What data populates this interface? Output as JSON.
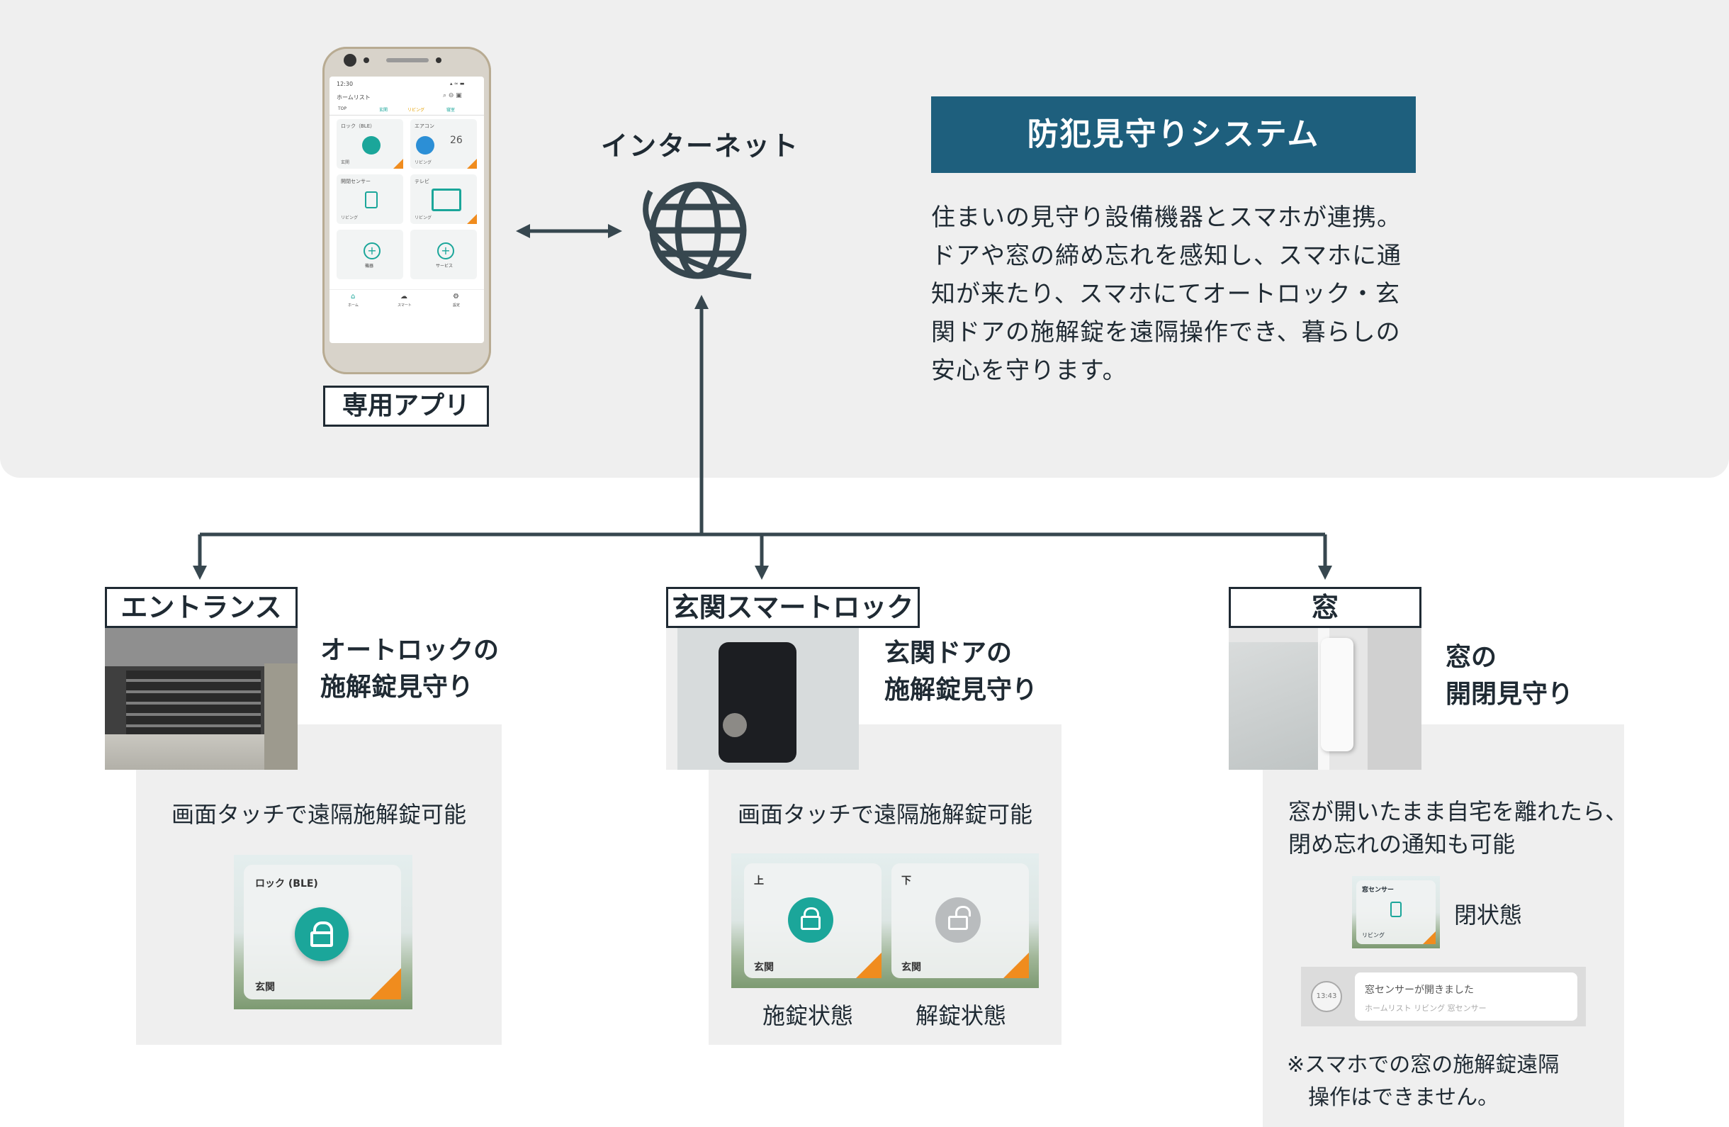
{
  "app": {
    "label": "専用アプリ"
  },
  "phone": {
    "time": "12:30",
    "header_title": "ホームリスト",
    "tabs": [
      "TOP",
      "玄関",
      "リビング",
      "寝室"
    ],
    "tiles": [
      {
        "label": "ロック（BLE）",
        "sub": "玄関"
      },
      {
        "label": "エアコン",
        "sub": "リビング",
        "value": "26"
      },
      {
        "label": "開閉センサー",
        "sub": "リビング"
      },
      {
        "label": "テレビ",
        "sub": "リビング"
      },
      {
        "label": "",
        "sub": "機器"
      },
      {
        "label": "",
        "sub": "サービス"
      }
    ],
    "bottom_nav": [
      "ホーム",
      "スマート",
      "設定"
    ]
  },
  "internet": {
    "label": "インターネット"
  },
  "system": {
    "title": "防犯見守りシステム",
    "description": [
      "住まいの見守り設備機器とスマホが連携。",
      "ドアや窓の締め忘れを感知し、スマホに通",
      "知が来たり、スマホにてオートロック・玄",
      "関ドアの施解錠を遠隔操作でき、暮らしの",
      "安心を守ります。"
    ]
  },
  "sections": {
    "entrance": {
      "label": "エントランス",
      "heading": [
        "オートロックの",
        "施解錠見守り"
      ],
      "caption": "画面タッチで遠隔施解錠可能",
      "tile_label": "ロック (BLE)",
      "tile_sub": "玄関"
    },
    "smartlock": {
      "label": "玄関スマートロック",
      "heading": [
        "玄関ドアの",
        "施解錠見守り"
      ],
      "caption": "画面タッチで遠隔施解錠可能",
      "tiles": [
        {
          "label": "上",
          "sub": "玄関",
          "state": "施錠状態"
        },
        {
          "label": "下",
          "sub": "玄関",
          "state": "解錠状態"
        }
      ]
    },
    "window": {
      "label": "窓",
      "heading": [
        "窓の",
        "開閉見守り"
      ],
      "caption": [
        "窓が開いたまま自宅を離れたら、",
        "閉め忘れの通知も可能"
      ],
      "tile_label": "窓センサー",
      "tile_sub": "リビング",
      "closed_state": "閉状態",
      "notify_time": "13:43",
      "notify_title": "窓センサーが開きました",
      "notify_path": "ホームリスト リビング 窓センサー",
      "note": [
        "※スマホでの窓の施解錠遠隔",
        "操作はできません。"
      ]
    }
  },
  "colors": {
    "accent_teal": "#1ba69a",
    "orange": "#f08c1e",
    "title_bg": "#1e5f7d",
    "line": "#37474f"
  }
}
